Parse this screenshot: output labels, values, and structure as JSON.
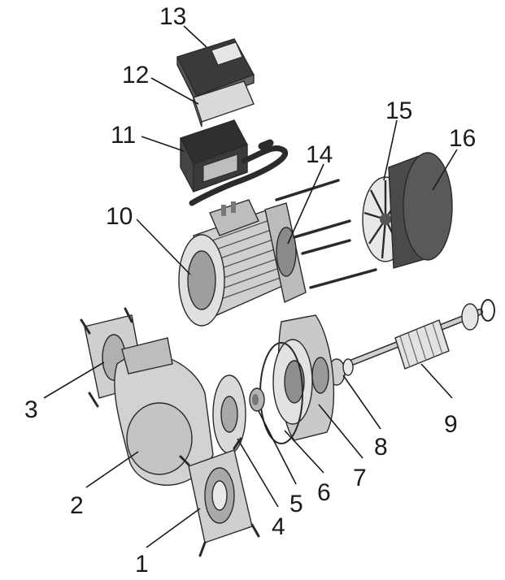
{
  "diagram": {
    "colors": {
      "part_light": "#d8d8d8",
      "part_mid": "#a9a9a9",
      "part_dark": "#4a4a4a",
      "part_black": "#2b2b2b",
      "outline": "#2a2a2a",
      "label": "#1a1a1a"
    },
    "parts": [
      {
        "number": "1"
      },
      {
        "number": "2"
      },
      {
        "number": "3"
      },
      {
        "number": "4"
      },
      {
        "number": "5"
      },
      {
        "number": "6"
      },
      {
        "number": "7"
      },
      {
        "number": "8"
      },
      {
        "number": "9"
      },
      {
        "number": "10"
      },
      {
        "number": "11"
      },
      {
        "number": "12"
      },
      {
        "number": "13"
      },
      {
        "number": "14"
      },
      {
        "number": "15"
      },
      {
        "number": "16"
      }
    ]
  }
}
